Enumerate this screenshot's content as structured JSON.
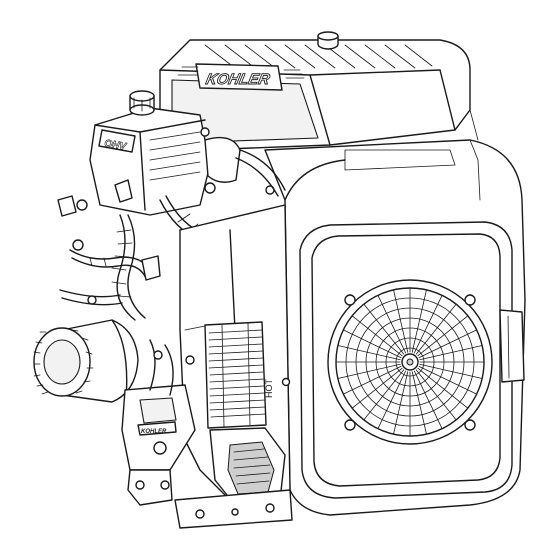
{
  "illustration": {
    "subject": "engine-line-drawing",
    "brand_logo_text": "KOHLER",
    "small_logo_text": "OHV",
    "warning_label_text": "HOT",
    "side_label_text": "KOHLER"
  },
  "colors": {
    "line": "#1a1a1a",
    "background": "#ffffff",
    "shade": "#cfcfcf"
  }
}
